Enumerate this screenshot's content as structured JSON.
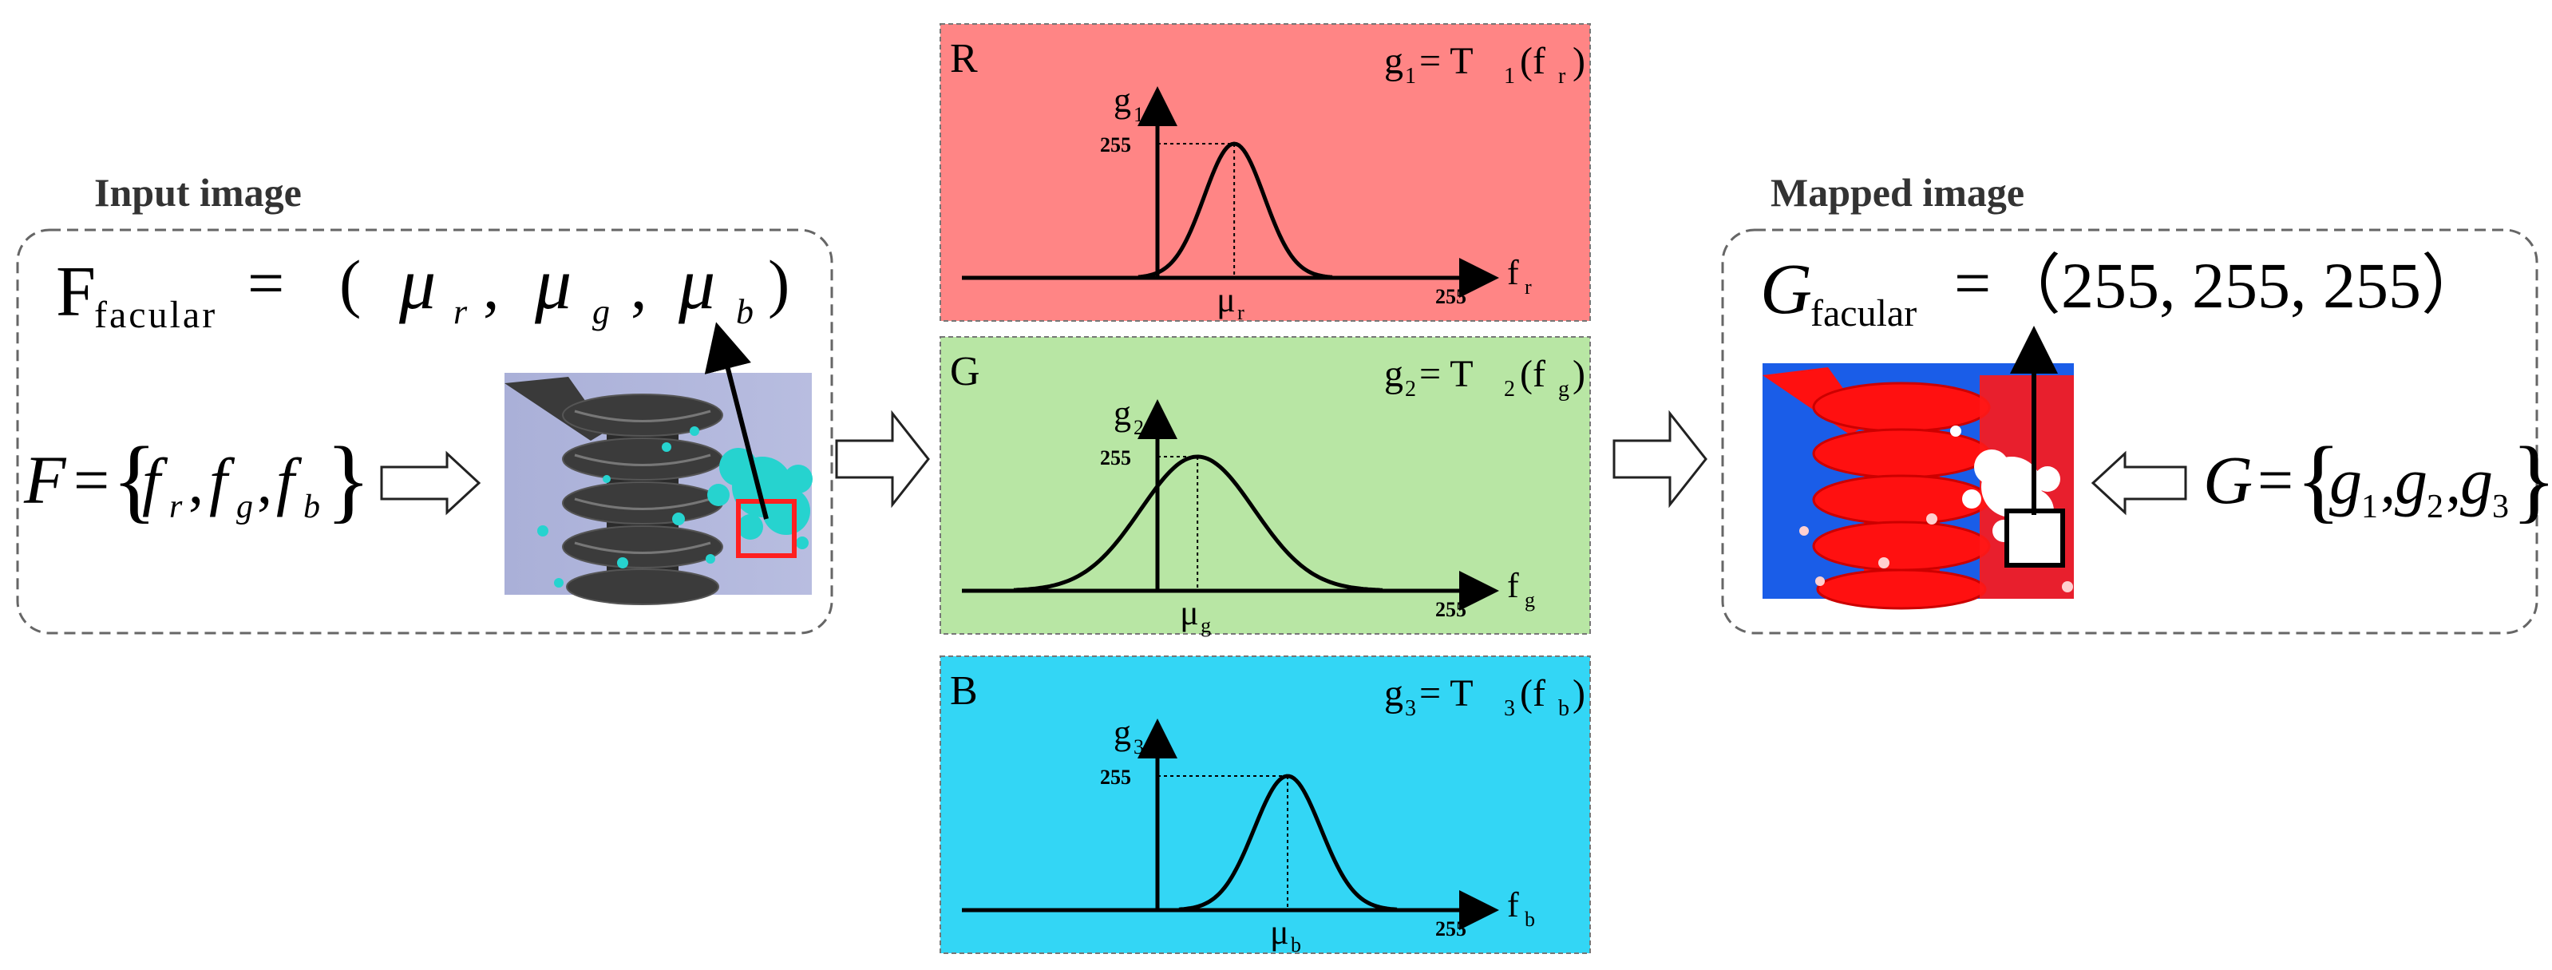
{
  "input": {
    "title": "Input image",
    "formula_F": "F",
    "formula_sub": "facular",
    "formula_eq": "=",
    "formula_open": "(",
    "mu": "μ",
    "sub_r": "r",
    "sub_g": "g",
    "sub_b": "b",
    "comma": ",",
    "formula_close": ")",
    "set_lhs": "F",
    "set_eq": "=",
    "set_f": "f",
    "brace_open": "{",
    "brace_close": "}"
  },
  "mapped": {
    "title": "Mapped image",
    "formula_G": "G",
    "formula_sub": "facular",
    "formula_eq": "=",
    "formula_value": "（255, 255, 255）",
    "set_lhs": "G",
    "set_eq": "=",
    "set_g": "g",
    "brace_open": "{",
    "brace_close": "}",
    "sub_1": "1",
    "sub_2": "2",
    "sub_3": "3"
  },
  "panels": [
    {
      "channel": "R",
      "color": "#ff8585",
      "y_name": "g",
      "y_sub": "1",
      "x_name": "f",
      "x_sub": "r",
      "mu": "μ",
      "mu_sub": "r",
      "ymax": "255",
      "xmax": "255",
      "eq_g": "g",
      "eq_gsub": "1",
      "eq_mid": " = T",
      "eq_tsub": "1",
      "eq_open": "(f",
      "eq_fsub": "r",
      "eq_close": ")",
      "mean_fraction": 0.23,
      "sigma_fraction": 0.09
    },
    {
      "channel": "G",
      "color": "#b8e6a4",
      "y_name": "g",
      "y_sub": "2",
      "x_name": "f",
      "x_sub": "g",
      "mu": "μ",
      "mu_sub": "g",
      "ymax": "255",
      "xmax": "255",
      "eq_g": "g",
      "eq_gsub": "2",
      "eq_mid": " = T",
      "eq_tsub": "2",
      "eq_open": "(f",
      "eq_fsub": "g",
      "eq_close": ")",
      "mean_fraction": 0.12,
      "sigma_fraction": 0.17
    },
    {
      "channel": "B",
      "color": "#33d6f5",
      "y_name": "g",
      "y_sub": "3",
      "x_name": "f",
      "x_sub": "b",
      "mu": "μ",
      "mu_sub": "b",
      "ymax": "255",
      "xmax": "255",
      "eq_g": "g",
      "eq_gsub": "3",
      "eq_mid": " = T",
      "eq_tsub": "3",
      "eq_open": "(f",
      "eq_fsub": "b",
      "eq_close": ")",
      "mean_fraction": 0.39,
      "sigma_fraction": 0.1
    }
  ]
}
